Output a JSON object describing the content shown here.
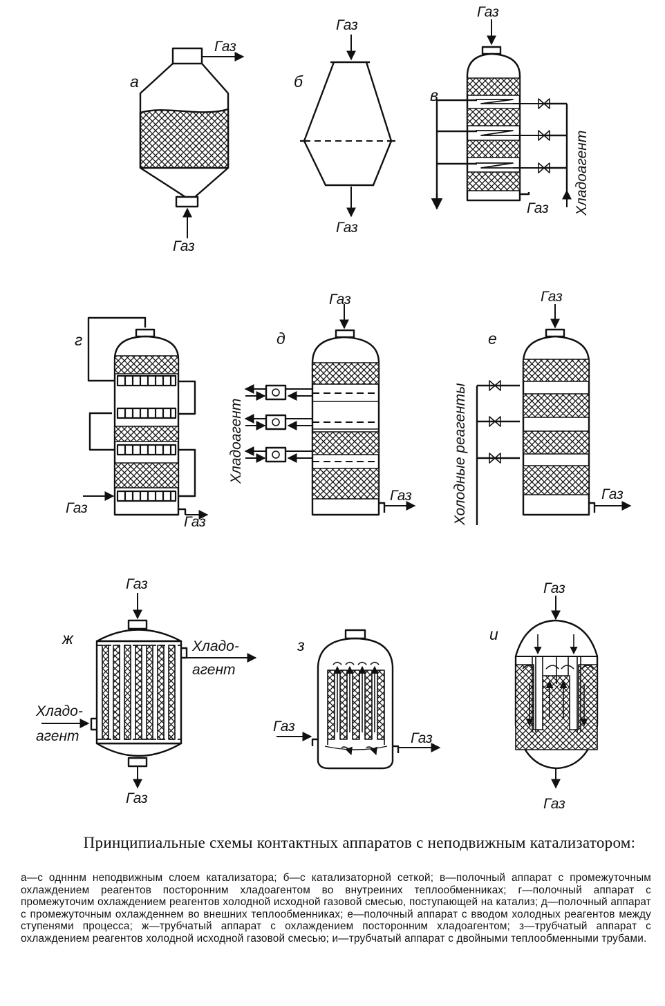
{
  "labels": {
    "gas": "Газ",
    "coolant": "Хладоагент",
    "coolant_part1": "Хладо-",
    "coolant_part2": "агент",
    "cold_reagents": "Холодные реагенты"
  },
  "schemes": [
    {
      "letter": "а"
    },
    {
      "letter": "б"
    },
    {
      "letter": "в"
    },
    {
      "letter": "г"
    },
    {
      "letter": "д"
    },
    {
      "letter": "е"
    },
    {
      "letter": "ж"
    },
    {
      "letter": "з"
    },
    {
      "letter": "и"
    }
  ],
  "caption": {
    "title": "Принципиальные схемы контактных аппаратов с неподвижным катализатором:",
    "text": "а—с однннм неподвижным слоем катализатора; б—с катализаторной сеткой; в—полочный аппарат с промежуточным охлаждением реагентов посторонним хладоагентом во внутреиних теплообменниках; г—полочный аппарат с промежуточим охлаждением реагентов холодной исходной газовой смесью, поступающей на катализ; д—полочный аппарат с промежуточным охлажденнем во внешних теплообменниках; е—полочный аппарат с вводом холодных реагентов между ступенями процесса; ж—трубчатый аппарат с охлаждением посторонним хладоагентом; з—трубчатый аппарат с охлаждением реагентов холодной исходной газовой смесью; и—трубчатый аппарат с двойными теплообменными трубами."
  }
}
